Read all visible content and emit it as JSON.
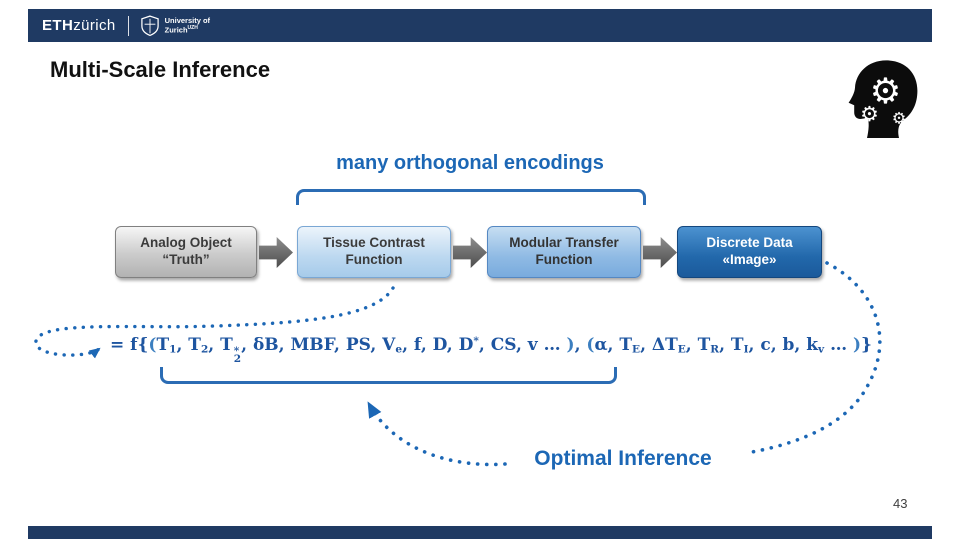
{
  "header": {
    "eth_bold": "ETH",
    "eth_rest": "zürich",
    "uzh_line1": "University of",
    "uzh_line2": "Zurich",
    "uzh_sup": "UZH"
  },
  "slide": {
    "title": "Multi-Scale Inference",
    "page_number": "43"
  },
  "diagram": {
    "encodings_label": "many orthogonal encodings",
    "optimal_label": "Optimal Inference",
    "boxes": [
      {
        "line1": "Analog Object",
        "line2": "“Truth”"
      },
      {
        "line1": "Tissue Contrast",
        "line2": "Function"
      },
      {
        "line1": "Modular Transfer",
        "line2": "Function"
      },
      {
        "line1": "Discrete Data",
        "line2": "«Image»"
      }
    ]
  },
  "icons": {
    "gear_glyph": "⚙",
    "head_icon_name": "head-with-gears"
  },
  "colors": {
    "accent_blue": "#1c67b5",
    "formula_blue": "#1e55a0",
    "navy_bar": "#1f3a63"
  },
  "formula": {
    "tokens": [
      {
        "t": "= f{"
      },
      {
        "t": "(",
        "c": "lt"
      },
      {
        "t": "T",
        "sub": "1"
      },
      {
        "t": ", "
      },
      {
        "t": "T",
        "sub": "2"
      },
      {
        "t": ", "
      },
      {
        "t": "T",
        "sub": "2",
        "sup": "*"
      },
      {
        "t": ", δB, MBF, PS, V"
      },
      {
        "t": "",
        "sub": "e"
      },
      {
        "t": ", f, D, D"
      },
      {
        "t": "",
        "sup": "*"
      },
      {
        "t": ", CS, v"
      },
      {
        "t": " … "
      },
      {
        "t": ")",
        "c": "lt"
      },
      {
        "t": ", "
      },
      {
        "t": "(",
        "c": "lt"
      },
      {
        "t": "α, T"
      },
      {
        "t": "",
        "sub": "E"
      },
      {
        "t": ", ΔT"
      },
      {
        "t": "",
        "sub": "E"
      },
      {
        "t": ", T"
      },
      {
        "t": "",
        "sub": "R"
      },
      {
        "t": ", T"
      },
      {
        "t": "",
        "sub": "I"
      },
      {
        "t": ", c, b, k"
      },
      {
        "t": "",
        "sub": "v"
      },
      {
        "t": " … "
      },
      {
        "t": ")",
        "c": "lt"
      },
      {
        "t": "}"
      }
    ]
  }
}
